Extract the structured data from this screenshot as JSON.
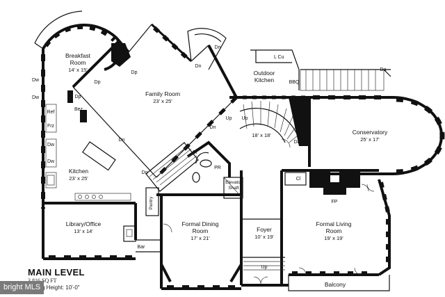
{
  "floor": {
    "title": "MAIN LEVEL",
    "area": "3,816 SQ FT",
    "ceiling": "Ceiling Height: 10'-0\""
  },
  "watermark": "bright MLS",
  "rooms": {
    "breakfast": {
      "name1": "Breakfast",
      "name2": "Room",
      "dim": "14' x 15'"
    },
    "family": {
      "name": "Family Room",
      "dim": "23' x 25'"
    },
    "outdoor_kitchen": {
      "name1": "Outdoor",
      "name2": "Kitchen"
    },
    "stair_hall": {
      "dim": "18' x 18'"
    },
    "conservatory": {
      "name": "Conservatory",
      "dim": "25' x 17'"
    },
    "kitchen": {
      "name": "Kitchen",
      "dim": "23' x 25'"
    },
    "library": {
      "name": "Library/Office",
      "dim": "13' x 14'"
    },
    "dining": {
      "name1": "Formal Dining",
      "name2": "Room",
      "dim": "17' x 21'"
    },
    "foyer": {
      "name": "Foyer",
      "dim": "10' x 19'"
    },
    "living": {
      "name1": "Formal Living",
      "name2": "Room",
      "dim": "19' x 19'"
    },
    "balcony": {
      "name": "Balcony"
    }
  },
  "labels": {
    "dw": "Dw",
    "ref": "Ref",
    "frz": "Frz",
    "dp": "Dp",
    "bez": "Bez",
    "dn": "Dn",
    "up": "Up",
    "da": "Da",
    "bbq": "BBQ",
    "cu": "Cu",
    "cl": "Cl",
    "pr": "PR",
    "elevator1": "Elevator",
    "elevator2": "Shaft",
    "pantry": "Pantry",
    "bar": "Bar",
    "fp": "FP",
    "l": "L"
  }
}
